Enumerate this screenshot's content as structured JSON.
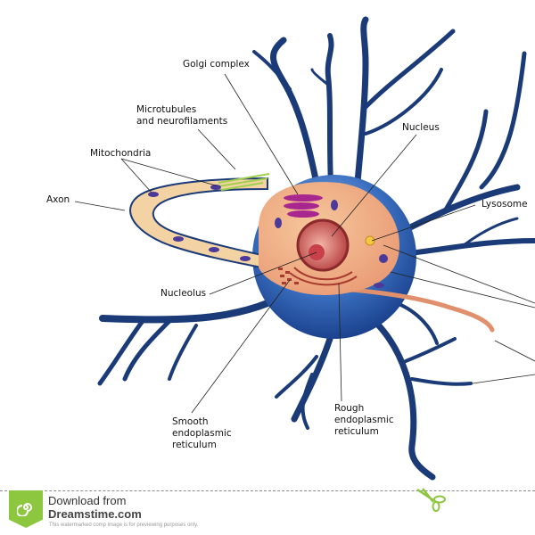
{
  "diagram": {
    "title": "Neuron cell anatomy",
    "labels": {
      "golgi": "Golgi complex",
      "microtubules": "Microtubules\nand neurofilaments",
      "mitochondria": "Mitochondria",
      "axon": "Axon",
      "nucleus": "Nucleus",
      "lysosome": "Lysosome",
      "nucleolus": "Nucleolus",
      "smooth_er": "Smooth\nendoplasmic\nreticulum",
      "rough_er": "Rough\nendoplasmic\nreticulum"
    },
    "colors": {
      "dendrite": "#1b3a78",
      "cell_body": "#2f66b8",
      "cytoplasm": "#f2b48a",
      "axon_fill": "#f3d2a3",
      "golgi": "#a8278f",
      "nucleus": "#b8373a",
      "mitochondria": "#4b3a9a",
      "microtubules": "#9fd04a"
    }
  },
  "footer": {
    "line1": "Download from",
    "line2": "Dreamstime.com",
    "line3": "This watermarked comp image is for previewing purposes only.",
    "brand_color": "#8dc63f"
  }
}
